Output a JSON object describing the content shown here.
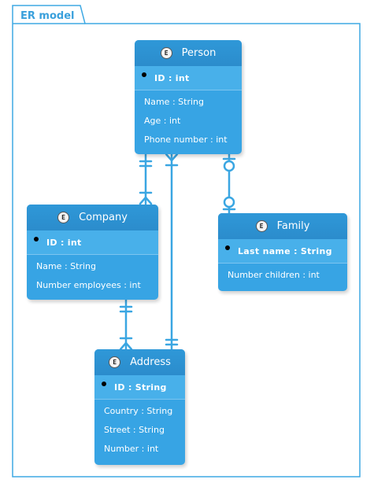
{
  "package": {
    "label": "ER model"
  },
  "colors": {
    "entity": "#37a4e4",
    "border": "#3fa9e4"
  },
  "entities": {
    "person": {
      "badge": "E",
      "title": "Person",
      "key": "ID : int",
      "attrs": [
        "Name : String",
        "Age : int",
        "Phone number : int"
      ]
    },
    "company": {
      "badge": "E",
      "title": "Company",
      "key": "ID : int",
      "attrs": [
        "Name : String",
        "Number employees : int"
      ]
    },
    "family": {
      "badge": "E",
      "title": "Family",
      "key": "Last name : String",
      "attrs": [
        "Number children : int"
      ]
    },
    "address": {
      "badge": "E",
      "title": "Address",
      "key": "ID : String",
      "attrs": [
        "Country : String",
        "Street : String",
        "Number : int"
      ]
    }
  },
  "relations": [
    {
      "from": "person",
      "to": "company",
      "from_end": "exactly-one",
      "to_end": "one-or-many"
    },
    {
      "from": "person",
      "to": "address",
      "from_end": "one-or-many",
      "to_end": "exactly-one"
    },
    {
      "from": "person",
      "to": "family",
      "from_end": "zero-or-one",
      "to_end": "zero-or-one"
    },
    {
      "from": "company",
      "to": "address",
      "from_end": "exactly-one",
      "to_end": "one-or-many"
    }
  ]
}
